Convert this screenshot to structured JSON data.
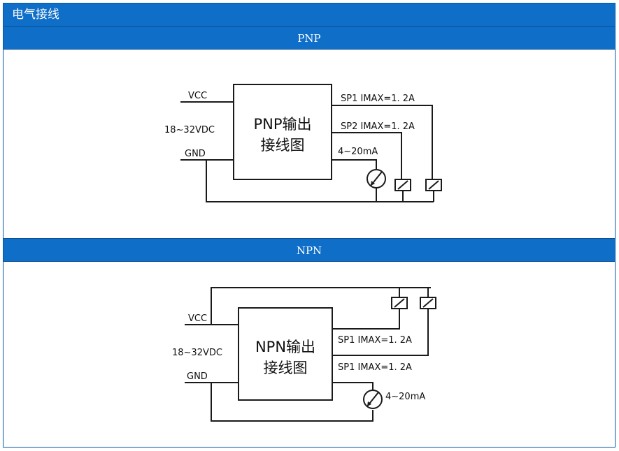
{
  "page": {
    "title": "电气接线"
  },
  "pnp": {
    "header": "PNP",
    "box_line1": "PNP输出",
    "box_line2": "接线图",
    "vcc": "VCC",
    "supply": "18~32VDC",
    "gnd": "GND",
    "sp1": "SP1 IMAX=1. 2A",
    "sp2": "SP2 IMAX=1. 2A",
    "analog": "4~20mA"
  },
  "npn": {
    "header": "NPN",
    "box_line1": "NPN输出",
    "box_line2": "接线图",
    "vcc": "VCC",
    "supply": "18~32VDC",
    "gnd": "GND",
    "sp1": "SP1 IMAX=1. 2A",
    "sp2": "SP1 IMAX=1. 2A",
    "analog": "4~20mA"
  },
  "colors": {
    "header_blue": "#0e6ec8",
    "line": "#1a1a1a"
  }
}
